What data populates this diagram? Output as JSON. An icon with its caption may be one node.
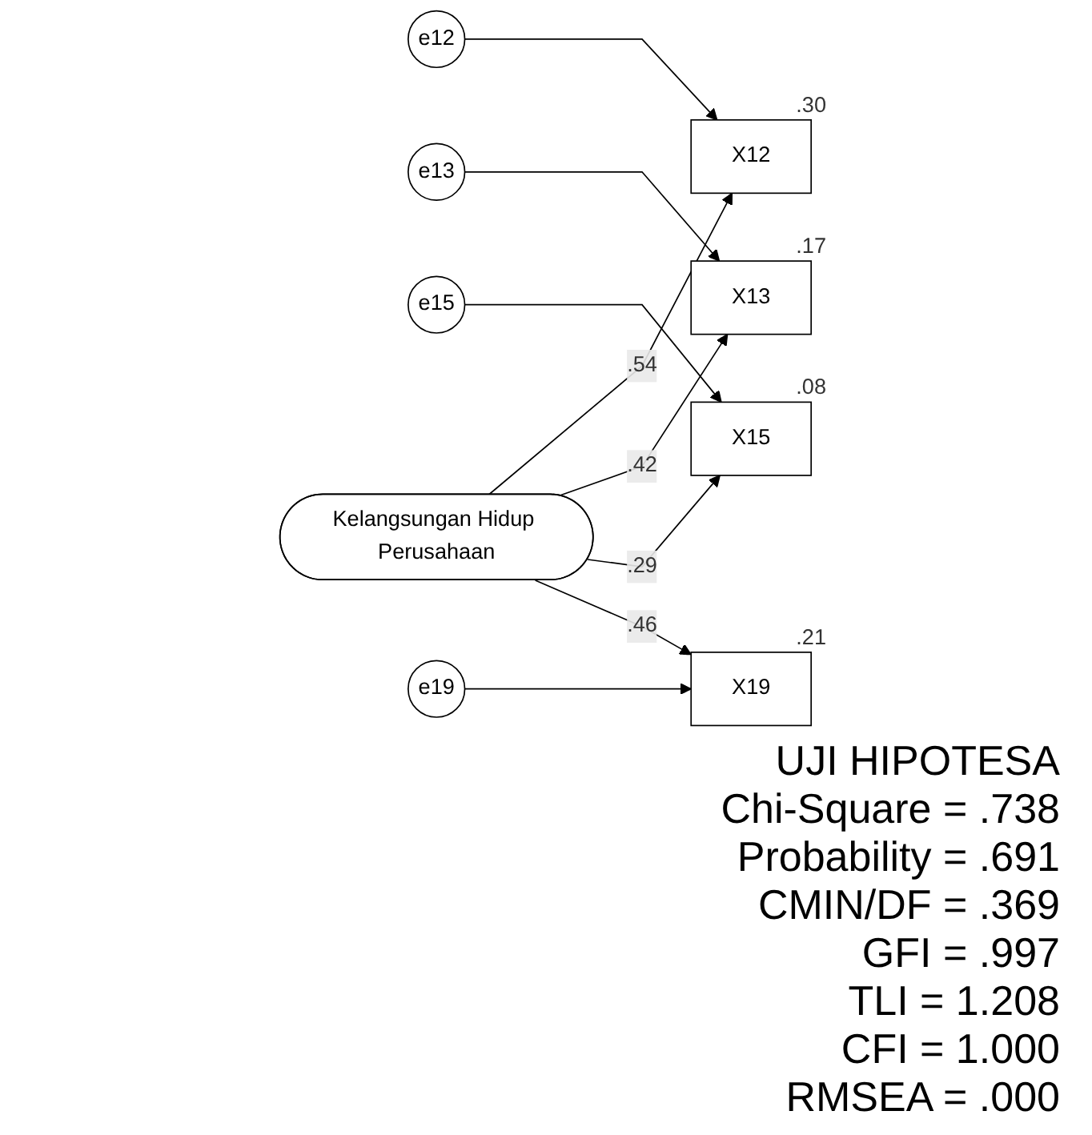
{
  "diagram": {
    "nodes": [
      {
        "text": [
          "e12"
        ]
      },
      {
        "text": [
          "X12"
        ],
        "beside": [
          ".30"
        ]
      },
      {
        "text": [
          "e13"
        ]
      },
      {
        "text": [
          "X13"
        ],
        "beside": [
          ".17"
        ]
      },
      {
        "text": [
          "e15"
        ]
      },
      {
        "text": [
          "X15"
        ],
        "beside": [
          ".08"
        ]
      },
      {
        "text": [
          "e19"
        ]
      },
      {
        "text": [
          "X19"
        ],
        "beside": [
          ".21"
        ]
      },
      {
        "text": [
          "Kelangsungan Hidup Perusahaan"
        ]
      }
    ],
    "edges": [
      {
        "from": 0,
        "to": 1,
        "arrow": "to"
      },
      {
        "from": 2,
        "to": 3,
        "arrow": "to"
      },
      {
        "from": 4,
        "to": 5,
        "arrow": "to"
      },
      {
        "from": 6,
        "to": 7,
        "arrow": "to"
      },
      {
        "from": 8,
        "to": 1,
        "arrow": "to",
        "label": ".54"
      },
      {
        "from": 8,
        "to": 3,
        "arrow": "to",
        "label": ".42"
      },
      {
        "from": 8,
        "to": 5,
        "arrow": "to",
        "label": ".29"
      },
      {
        "from": 8,
        "to": 7,
        "arrow": "to",
        "label": ".46"
      }
    ],
    "labels": [
      "UJI HIPOTESA",
      "Chi-Square = .738",
      "Probability = .691",
      "CMIN/DF = .369",
      "GFI = .997",
      "TLI = 1.208",
      "CFI = 1.000",
      "RMSEA = .000"
    ]
  }
}
